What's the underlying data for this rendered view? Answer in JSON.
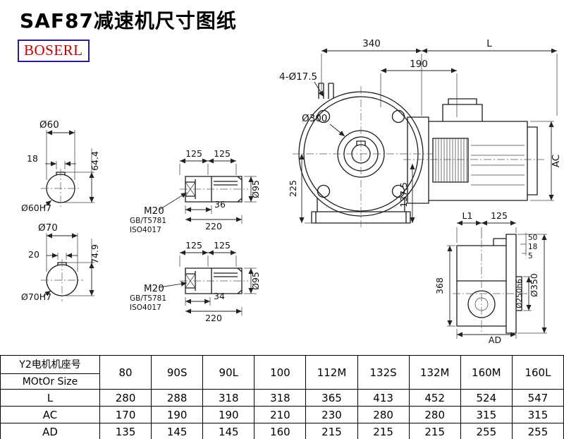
{
  "page": {
    "title": "SAF87减速机尺寸图纸",
    "logo_text": "BOSERL"
  },
  "colors": {
    "logo-text": "#c00000",
    "logo-border": "#2d1b8e",
    "line": "#1a1a1a"
  },
  "front_view": {
    "dim_340": "340",
    "dim_L": "L",
    "dim_190": "190",
    "dim_holes": "4-Ø17.5",
    "dim_d300": "Ø300",
    "dim_225": "225",
    "dim_137_5": "137.5",
    "dim_AC": "AC"
  },
  "hollow_shaft_60": {
    "bore": "Ø60",
    "key_width": "18",
    "key_height": "64.4",
    "fit": "Ø60H7"
  },
  "hollow_shaft_70": {
    "bore": "Ø70",
    "key_width": "20",
    "key_height": "74.9",
    "fit": "Ø70H7"
  },
  "shaft_detail_1": {
    "dim_125_a": "125",
    "dim_125_b": "125",
    "thread": "M20",
    "std_1": "GB/T5781",
    "std_2": "ISO4017",
    "dim_36": "36",
    "dim_220": "220",
    "dim_d95": "Ø95"
  },
  "shaft_detail_2": {
    "dim_125_a": "125",
    "dim_125_b": "125",
    "thread": "M20",
    "std_1": "GB/T5781",
    "std_2": "ISO4017",
    "dim_34": "34",
    "dim_220": "220",
    "dim_d95": "Ø95"
  },
  "side_view": {
    "dim_L1": "L1",
    "dim_125": "125",
    "dim_50": "50",
    "dim_18": "18",
    "dim_5": "5",
    "dim_368": "368",
    "dim_d250": "Ø250h6",
    "dim_d350": "Ø350",
    "dim_AD": "AD"
  },
  "table": {
    "header_line1": "Y2电机机座号",
    "header_line2": "MOtOr Size",
    "sizes": [
      "80",
      "90S",
      "90L",
      "100",
      "112M",
      "132S",
      "132M",
      "160M",
      "160L"
    ],
    "rows": [
      {
        "label": "L",
        "values": [
          "280",
          "288",
          "318",
          "318",
          "365",
          "413",
          "452",
          "524",
          "547"
        ]
      },
      {
        "label": "AC",
        "values": [
          "170",
          "190",
          "190",
          "210",
          "230",
          "280",
          "280",
          "315",
          "315"
        ]
      },
      {
        "label": "AD",
        "values": [
          "135",
          "145",
          "145",
          "160",
          "215",
          "215",
          "215",
          "255",
          "255"
        ]
      }
    ]
  }
}
